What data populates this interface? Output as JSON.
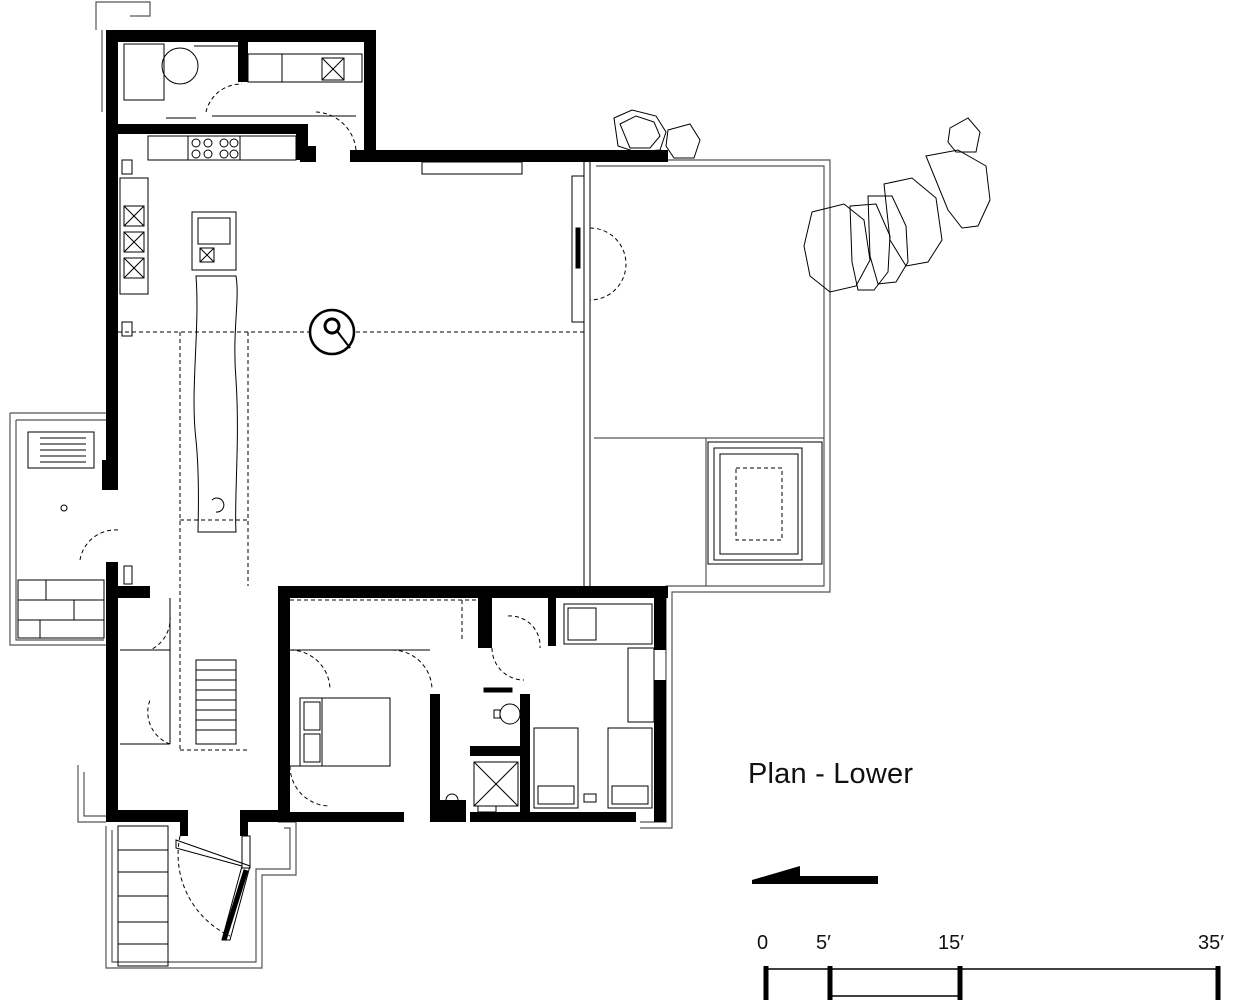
{
  "title": "Plan - Lower",
  "scale_bar": {
    "labels": [
      "0",
      "5′",
      "15′",
      "35′"
    ]
  },
  "icons": {
    "north_arrow": "north-arrow-icon",
    "column": "column-icon"
  }
}
